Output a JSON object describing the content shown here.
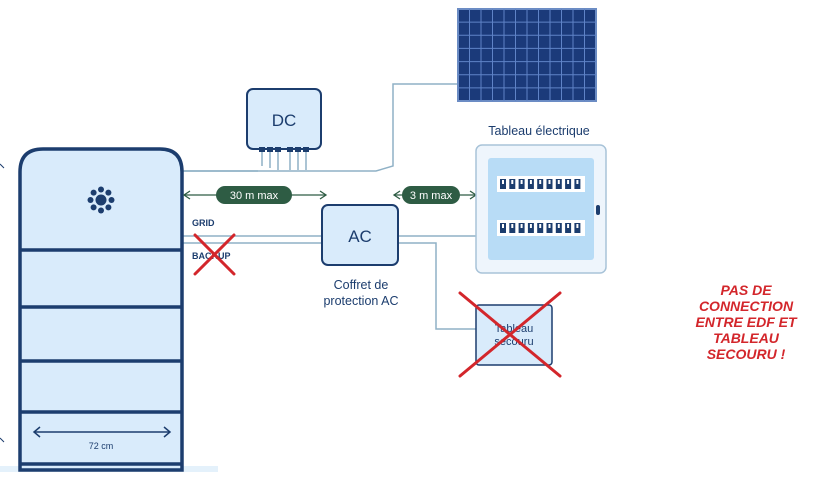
{
  "labels": {
    "dc": "DC",
    "ac": "AC",
    "tableau_electrique": "Tableau électrique",
    "grid": "GRID",
    "backup": "BACKUP",
    "coffret_line1": "Coffret de",
    "coffret_line2": "protection AC",
    "tableau_secouru_line1": "Tableau",
    "tableau_secouru_line2": "secouru",
    "battery_width": "72 cm"
  },
  "distances": {
    "battery_to_ac": "30 m max",
    "ac_to_tableau": "3 m max"
  },
  "note": {
    "lines": [
      "PAS DE",
      "CONNECTION",
      "ENTRE EDF ET",
      "TABLEAU",
      "SECOURU !"
    ]
  },
  "colors": {
    "navy": "#1c3d6e",
    "light_blue": "#d9ebfb",
    "line": "#8fb1c6",
    "pill": "#2e5c44",
    "cross": "#d3262b",
    "solar": "#1b3a7a"
  },
  "icons": {
    "battery_logo": "sun-icon",
    "breaker": "breaker-icon"
  }
}
